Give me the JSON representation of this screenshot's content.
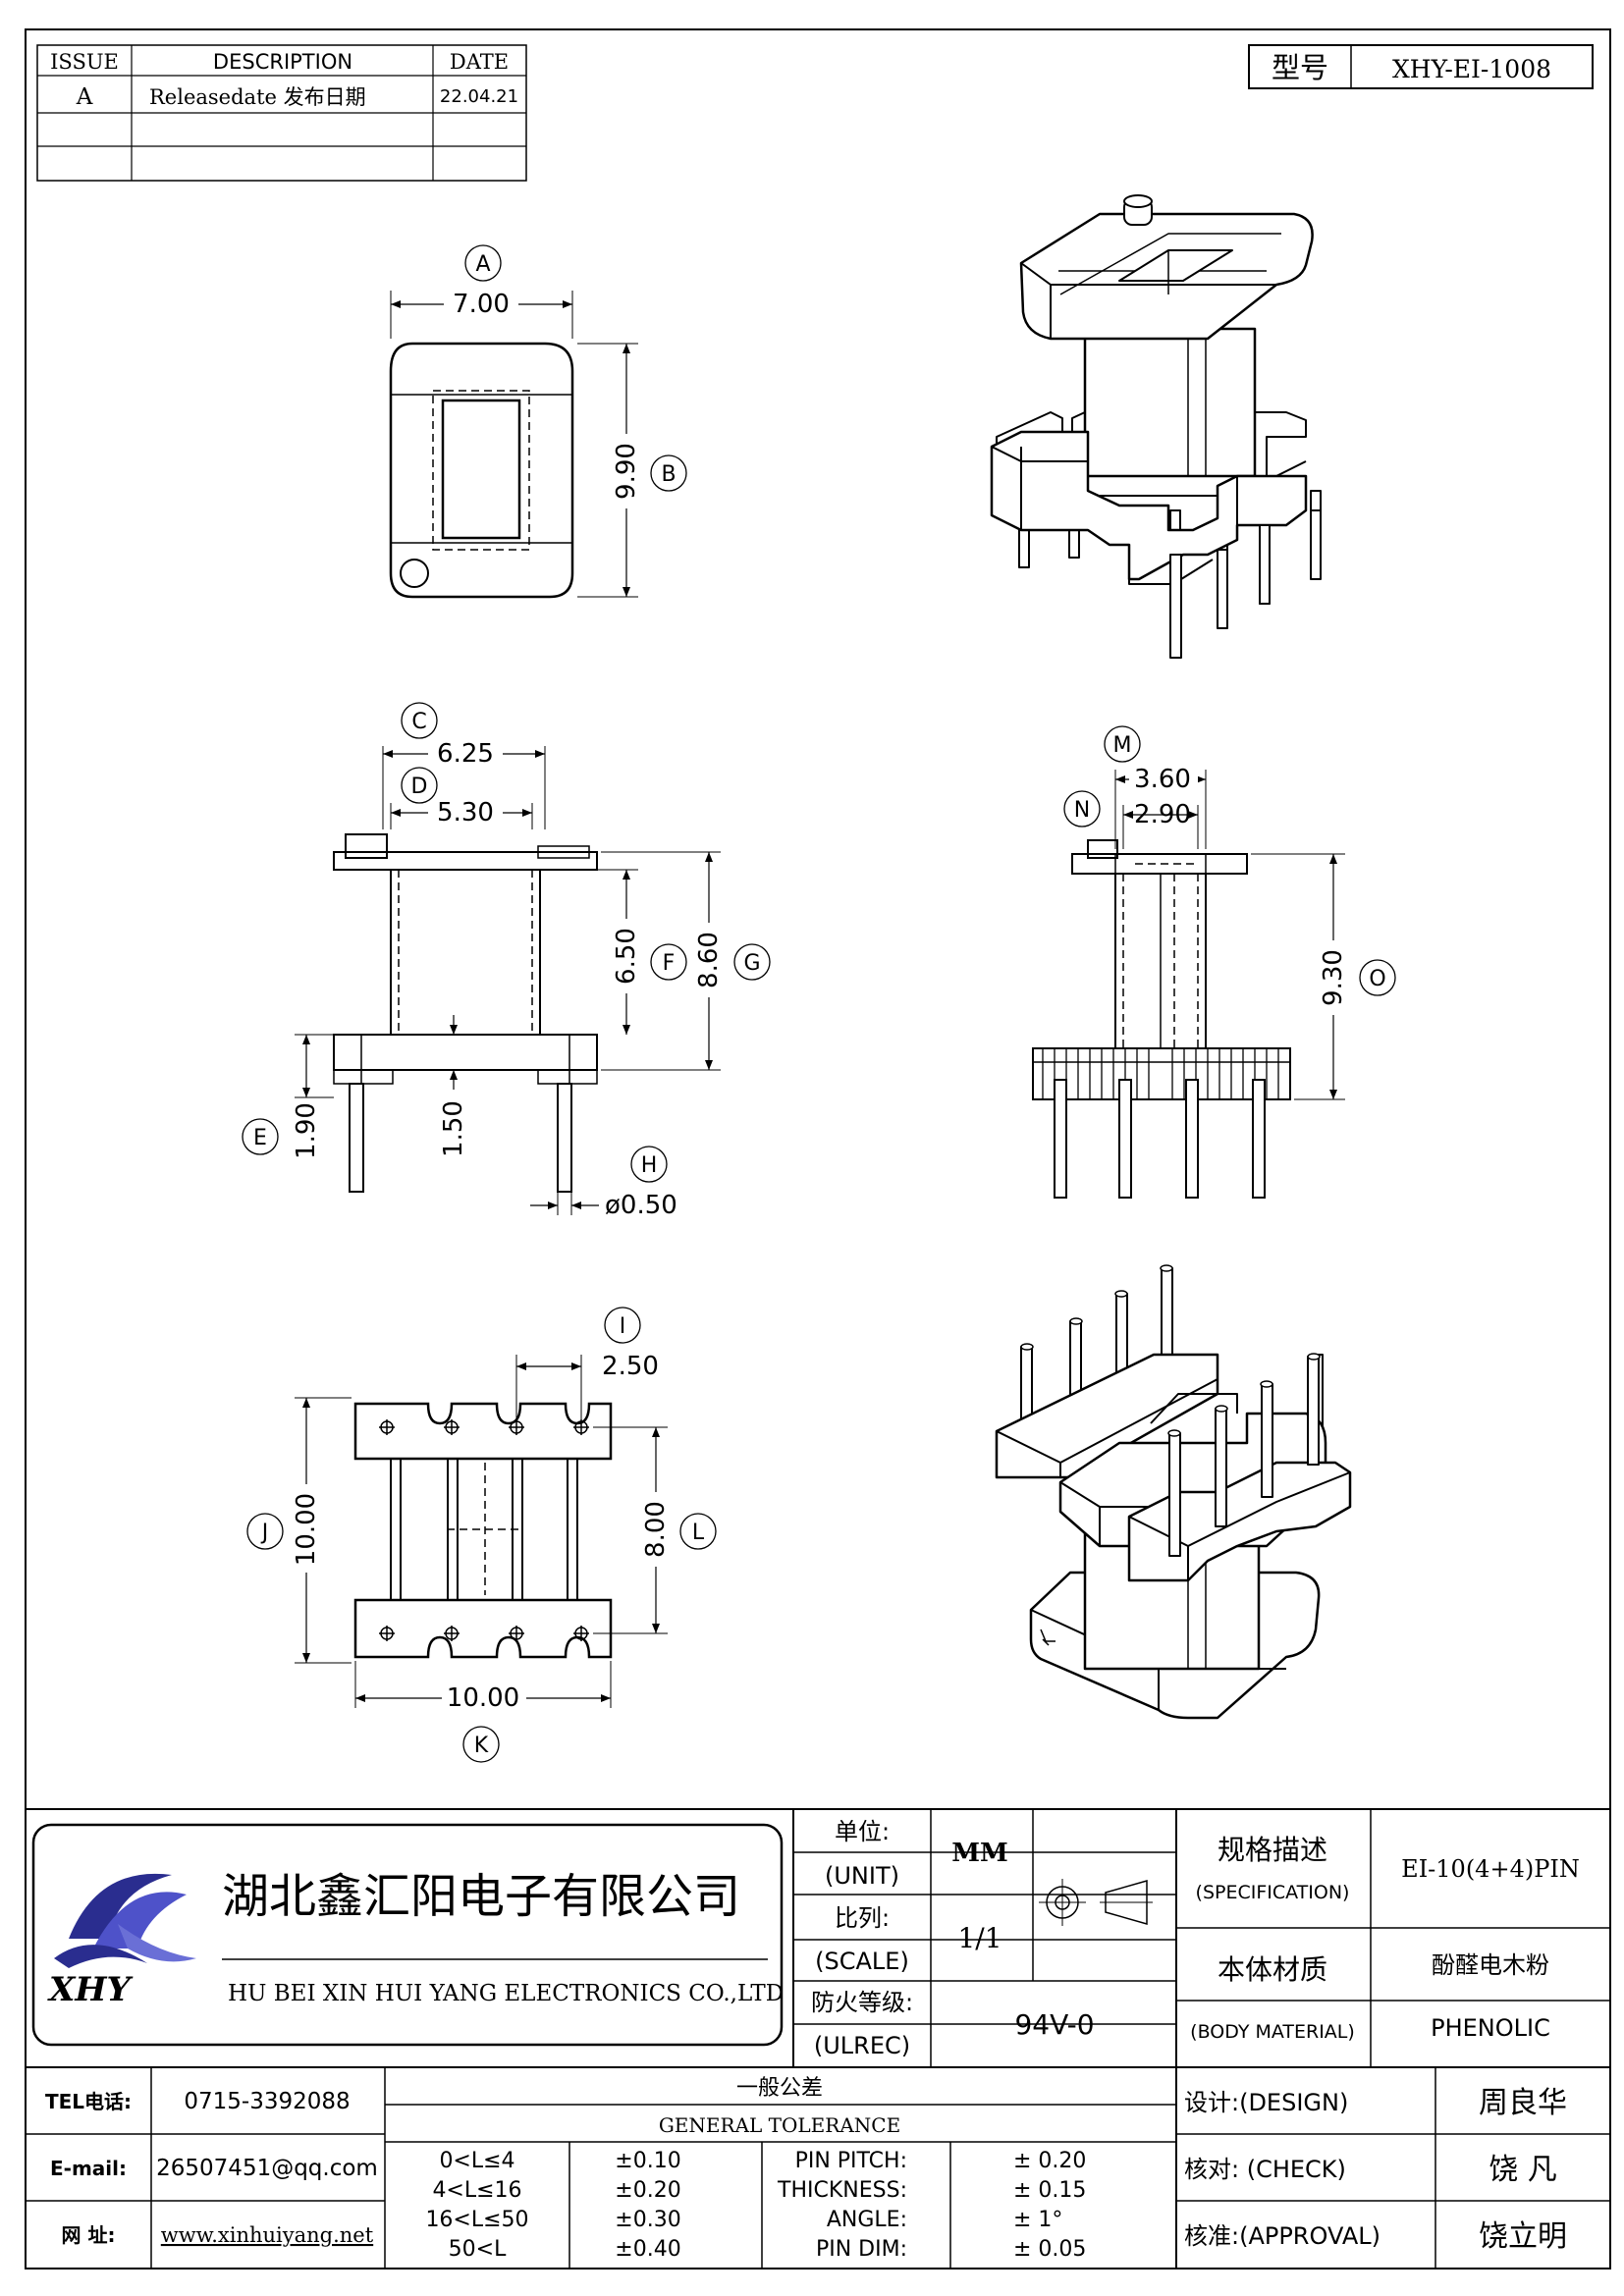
{
  "revision": {
    "headers": [
      "ISSUE",
      "DESCRIPTION",
      "DATE"
    ],
    "rows": [
      {
        "issue": "A",
        "description": "Releasedate 发布日期",
        "date": "22.04.21"
      }
    ]
  },
  "model": {
    "label": "型号",
    "value": "XHY-EI-1008"
  },
  "dims": {
    "A": {
      "letter": "A",
      "value": "7.00"
    },
    "B": {
      "letter": "B",
      "value": "9.90"
    },
    "C": {
      "letter": "C",
      "value": "6.25"
    },
    "D": {
      "letter": "D",
      "value": "5.30"
    },
    "E": {
      "letter": "E",
      "value": "1.90"
    },
    "F": {
      "letter": "F",
      "value": "6.50"
    },
    "G": {
      "letter": "G",
      "value": "8.60"
    },
    "H": {
      "letter": "H",
      "value": "ø0.50"
    },
    "H2": {
      "value": "1.50"
    },
    "I": {
      "letter": "I",
      "value": "2.50"
    },
    "J": {
      "letter": "J",
      "value": "10.00"
    },
    "K": {
      "letter": "K",
      "value": "10.00"
    },
    "L": {
      "letter": "L",
      "value": "8.00"
    },
    "M": {
      "letter": "M",
      "value": "3.60"
    },
    "N": {
      "letter": "N",
      "value": "2.90"
    },
    "O": {
      "letter": "O",
      "value": "9.30"
    }
  },
  "company": {
    "name_cn": "湖北鑫汇阳电子有限公司",
    "name_en": "HU BEI XIN HUI YANG ELECTRONICS CO.,LTD",
    "logo_text": "XHY"
  },
  "title_block": {
    "unit_cn": "单位:",
    "unit_en": "(UNIT)",
    "unit_value": "MM",
    "scale_cn": "比列:",
    "scale_en": "(SCALE)",
    "scale_value": "1/1",
    "fire_cn": "防火等级:",
    "fire_en": "(ULREC)",
    "fire_value": "94V-0",
    "spec_cn": "规格描述",
    "spec_en": "(SPECIFICATION)",
    "spec_value": "EI-10(4+4)PIN",
    "material_cn": "本体材质",
    "material_en": "(BODY MATERIAL)",
    "material_value_cn": "酚醛电木粉",
    "material_value_en": "PHENOLIC"
  },
  "contact": {
    "tel_label": "TEL电话:",
    "tel": "0715-3392088",
    "email_label": "E-mail:",
    "email": "26507451@qq.com",
    "web_label": "网  址:",
    "web": "www.xinhuiyang.net"
  },
  "tolerance": {
    "title_cn": "一般公差",
    "title_en": "GENERAL TOLERANCE",
    "ranges": [
      "0<L≤4",
      "4<L≤16",
      "16<L≤50",
      "50<L"
    ],
    "range_values": [
      "±0.10",
      "±0.20",
      "±0.30",
      "±0.40"
    ],
    "params": [
      "PIN PITCH:",
      "THICKNESS:",
      "ANGLE:",
      "PIN DIM:"
    ],
    "param_values": [
      "± 0.20",
      "± 0.15",
      "± 1°",
      "± 0.05"
    ]
  },
  "signoff": {
    "design_label": "设计:(DESIGN)",
    "design_name": "周良华",
    "check_label": "核对: (CHECK)",
    "check_name": "饶  凡",
    "approval_label": "核准:(APPROVAL)",
    "approval_name": "饶立明"
  }
}
